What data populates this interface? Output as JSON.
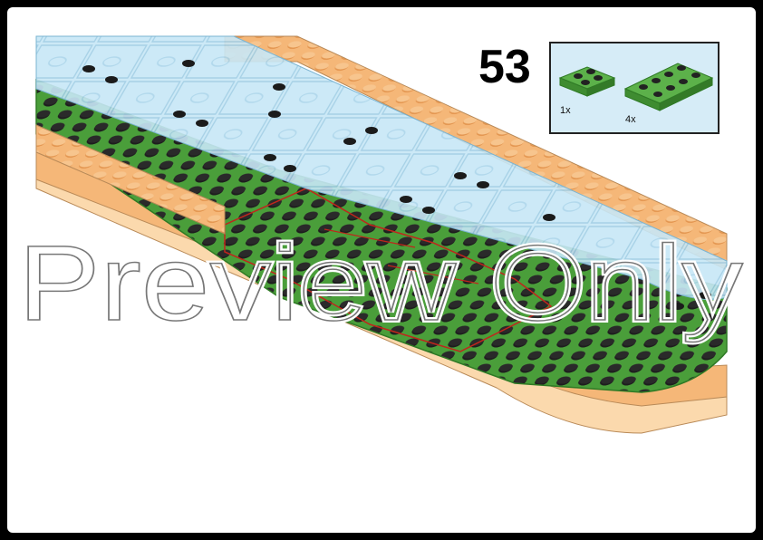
{
  "step": {
    "number": "53"
  },
  "parts": [
    {
      "name": "plate-2x2",
      "quantity": "1x",
      "color": "#4a9e3a"
    },
    {
      "name": "plate-2x4",
      "quantity": "4x",
      "color": "#4a9e3a"
    }
  ],
  "watermark": {
    "text": "Preview Only"
  },
  "colors": {
    "green": "#4a9e3a",
    "green_dark": "#2f7a25",
    "tan": "#f5b778",
    "tan_light": "#fbd9ad",
    "trans_blue": "#bfe3f3",
    "stud_dark": "#1b1b1b",
    "parts_bg": "#d6ecf7"
  }
}
